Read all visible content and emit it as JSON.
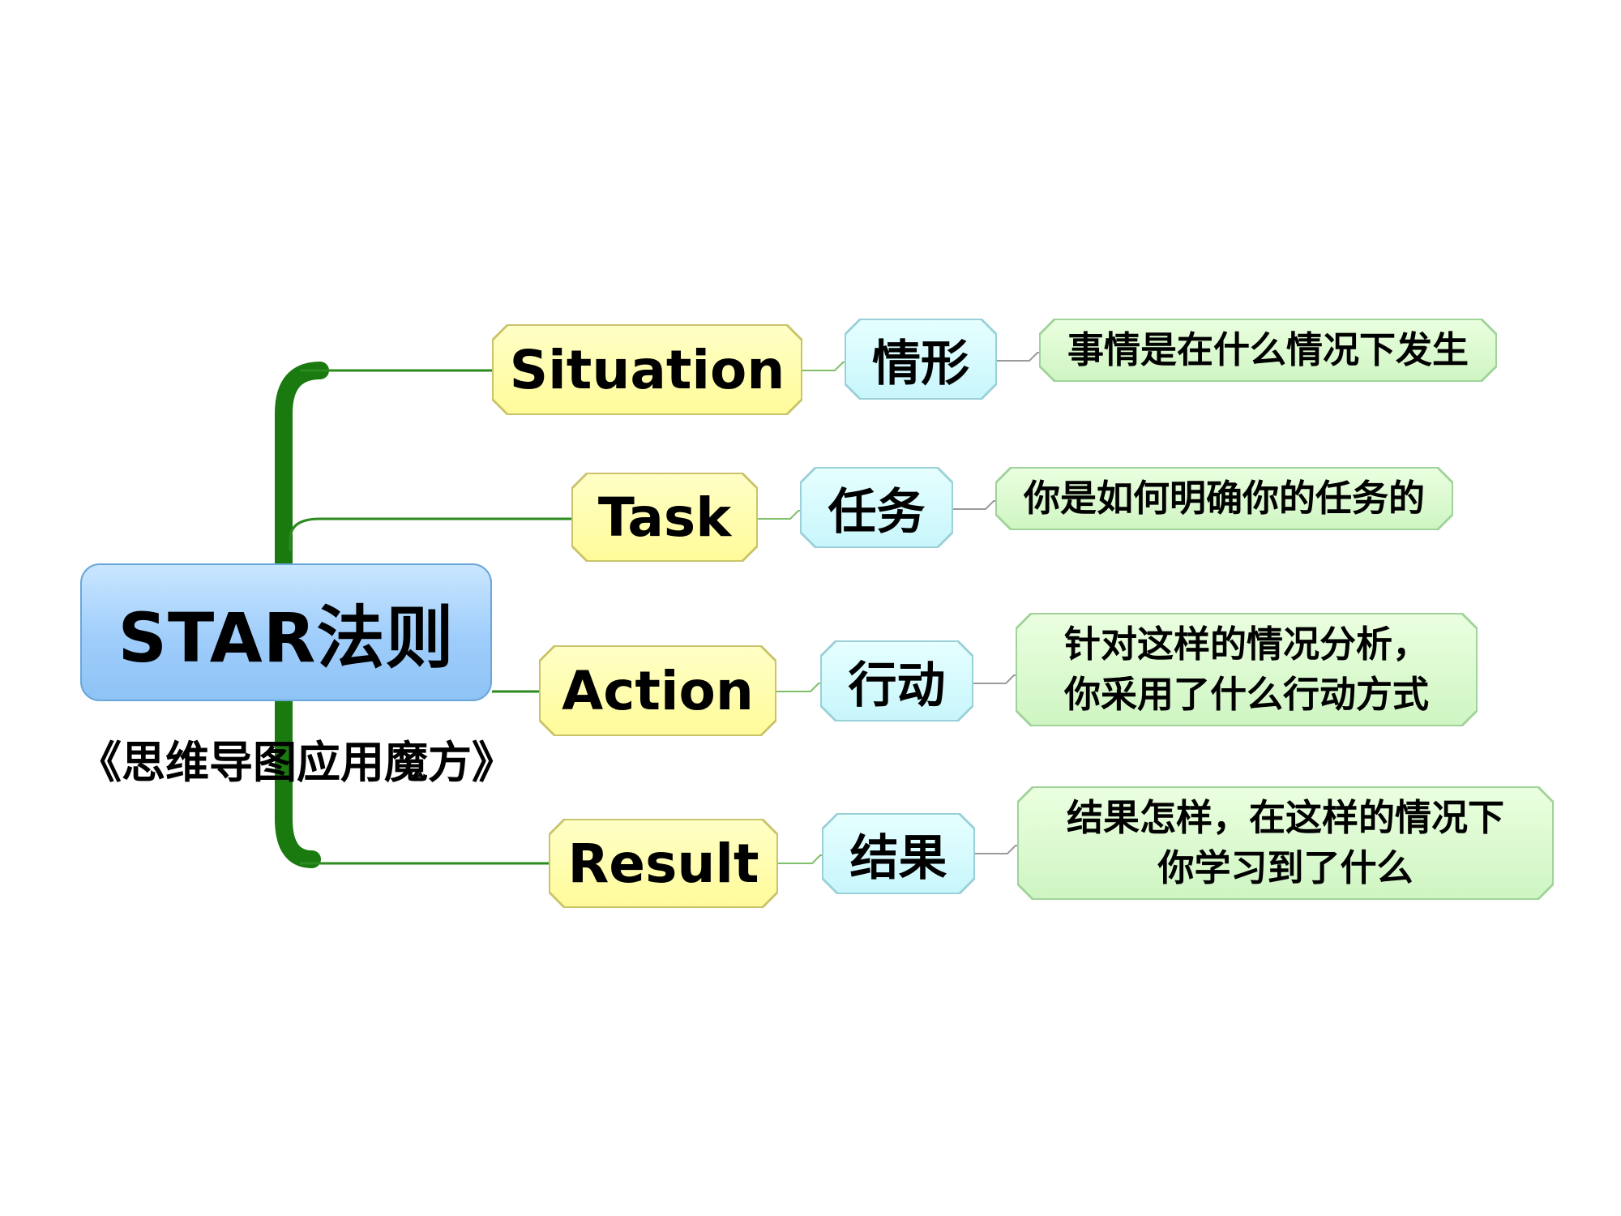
{
  "central": {
    "label": "STAR法则"
  },
  "subtitle": "《思维导图应用魔方》",
  "branches": [
    {
      "label": "Situation",
      "cn": "情形",
      "desc": "事情是在什么情况下发生"
    },
    {
      "label": "Task",
      "cn": "任务",
      "desc": "你是如何明确你的任务的"
    },
    {
      "label": "Action",
      "cn": "行动",
      "desc": "针对这样的情况分析，\n你采用了什么行动方式"
    },
    {
      "label": "Result",
      "cn": "结果",
      "desc": "结果怎样，在这样的情况下\n你学习到了什么"
    }
  ],
  "colors": {
    "trunk": "#1a7a10",
    "branch_line": "#2c8a1e",
    "leaf_line": "#9a9a9a"
  }
}
